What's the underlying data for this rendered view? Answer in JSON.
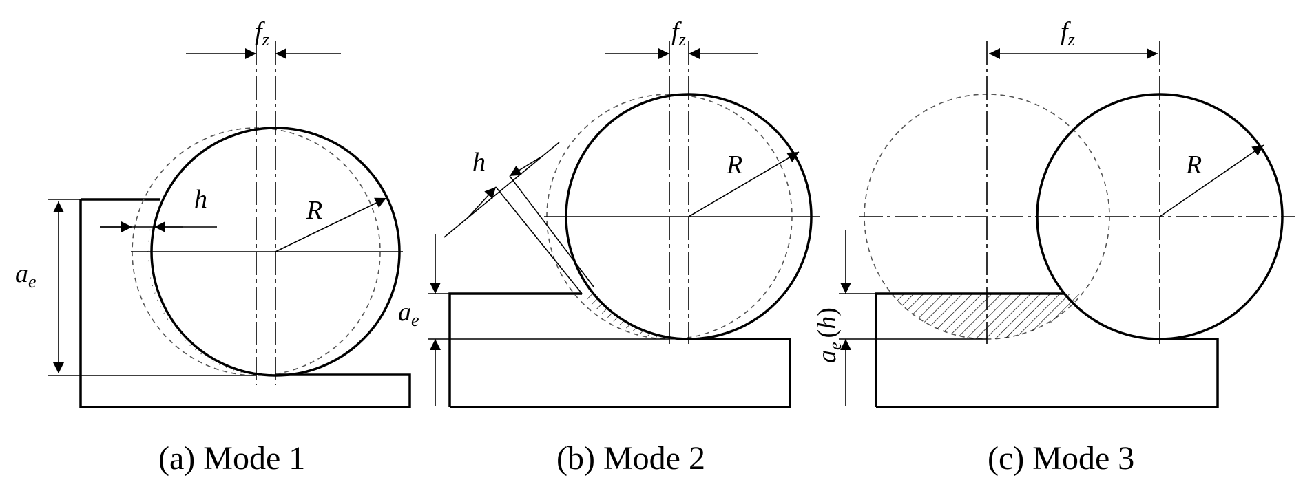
{
  "labels": {
    "feed": "f",
    "feed_sub": "z",
    "depth": "a",
    "depth_sub": "e",
    "thickness": "h",
    "radius": "R",
    "depth_h_open": "(",
    "depth_h_close": ")"
  },
  "panels": [
    {
      "caption": "(a) Mode 1"
    },
    {
      "caption": "(b) Mode 2"
    },
    {
      "caption": "(c) Mode 3"
    }
  ]
}
